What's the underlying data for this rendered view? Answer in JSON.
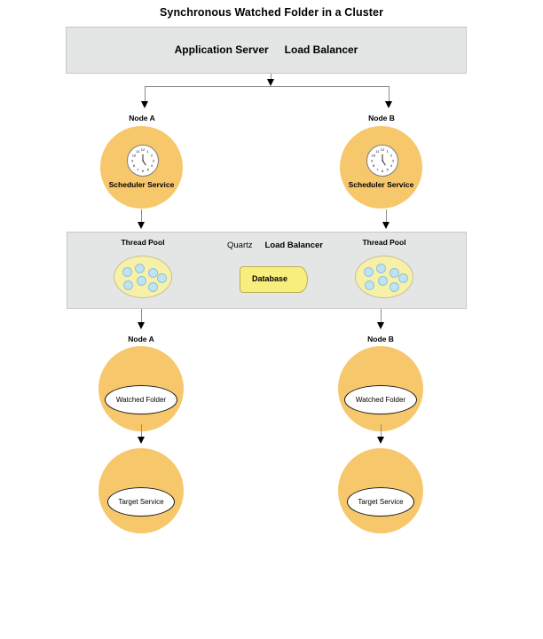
{
  "title": "Synchronous Watched Folder in a Cluster",
  "server_panel": {
    "application_server": "Application Server",
    "load_balancer": "Load Balancer"
  },
  "middle_panel": {
    "quartz": "Quartz",
    "load_balancer": "Load Balancer",
    "database": "Database",
    "thread_pool_left": "Thread Pool",
    "thread_pool_right": "Thread Pool"
  },
  "nodes": {
    "scheduler_a_caption": "Node A",
    "scheduler_b_caption": "Node B",
    "scheduler_a_label": "Scheduler Service",
    "scheduler_b_label": "Scheduler Service",
    "watched_a_caption": "Node A",
    "watched_b_caption": "Node B",
    "watched_folder_a": "Watched Folder",
    "watched_folder_b": "Watched Folder",
    "target_service_a": "Target Service",
    "target_service_b": "Target Service"
  },
  "clock": {
    "hours": [
      "12",
      "1",
      "2",
      "3",
      "4",
      "5",
      "6",
      "7",
      "8",
      "9",
      "10",
      "11"
    ]
  },
  "colors": {
    "node_orange": "#f7c76c",
    "panel_gray": "#e4e5e5",
    "thread_pool_yellow": "#f7f0a8",
    "thread_dot_blue": "#bfe3f2",
    "database_yellow": "#f7ee7e",
    "connector_gray": "#8d8d8d"
  }
}
